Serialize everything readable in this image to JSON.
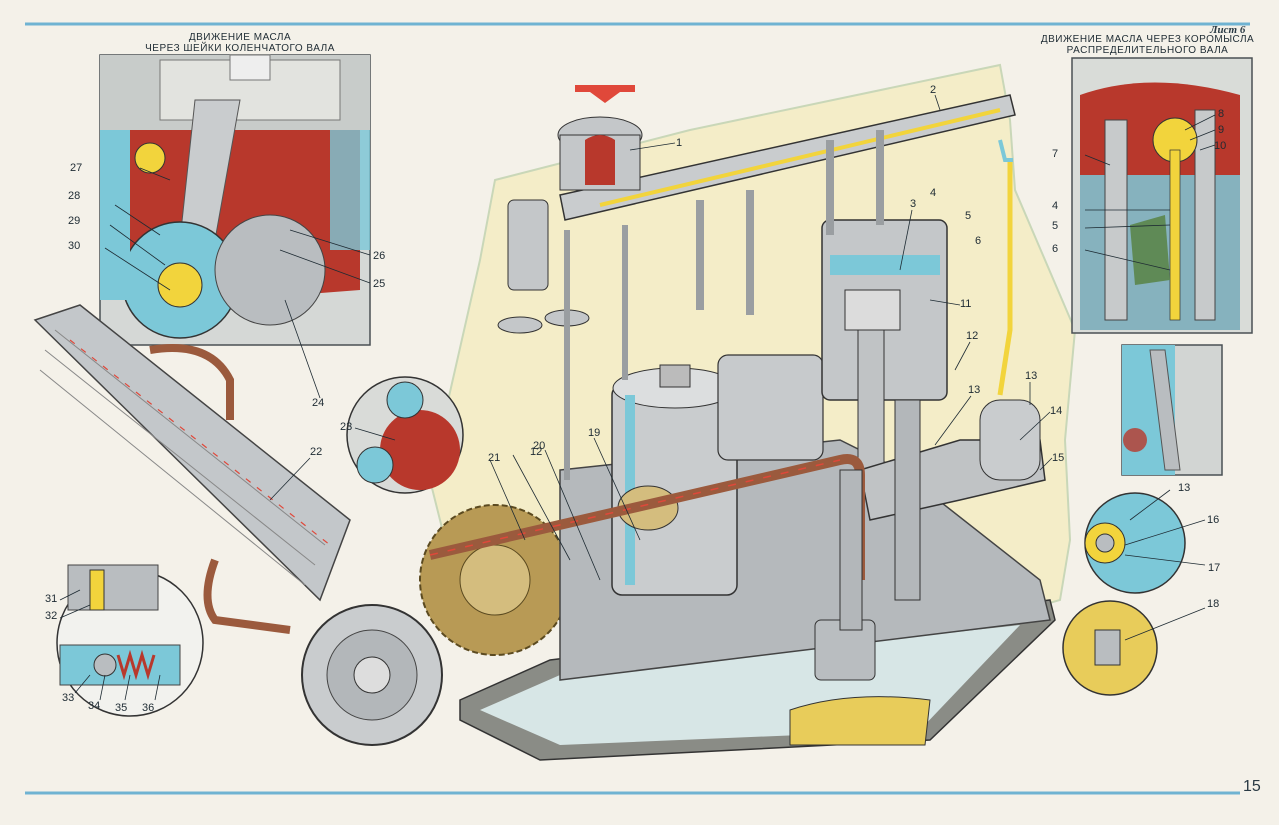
{
  "sheet_label": "Лист 6",
  "page_number": "15",
  "inset_left_title_line1": "ДВИЖЕНИЕ МАСЛА",
  "inset_left_title_line2": "ЧЕРЕЗ ШЕЙКИ КОЛЕНЧАТОГО ВАЛА",
  "inset_right_title_line1": "ДВИЖЕНИЕ МАСЛА ЧЕРЕЗ КОРОМЫСЛА",
  "inset_right_title_line2": "РАСПРЕДЕЛИТЕЛЬНОГО ВАЛА",
  "colors": {
    "oil": "#f2d43c",
    "coolant_channel": "#7cc8d8",
    "block_red": "#b8382c",
    "metal": "#b9bdc0",
    "metal_dark": "#7f868b",
    "gear": "#b89a55",
    "rule_blue": "#6fb3d2",
    "arrow_red": "#e0483a"
  },
  "callouts": {
    "c1": "1",
    "c2": "2",
    "c3": "3",
    "c4": "4",
    "c5": "5",
    "c6": "6",
    "c11": "11",
    "c12a": "12",
    "c12b": "12",
    "c13a": "13",
    "c13b": "13",
    "c13c": "13",
    "c14": "14",
    "c15": "15",
    "c16": "16",
    "c17": "17",
    "c18": "18",
    "c19": "19",
    "c20": "20",
    "c21": "21",
    "c22": "22",
    "c23": "23",
    "c24": "24",
    "c25": "25",
    "c26": "26",
    "c27": "27",
    "c28": "28",
    "c29": "29",
    "c30": "30",
    "c31": "31",
    "c32": "32",
    "c33": "33",
    "c34": "34",
    "c35": "35",
    "c36": "36",
    "r4": "4",
    "r5": "5",
    "r6": "6",
    "r7": "7",
    "r8": "8",
    "r9": "9",
    "r10": "10"
  }
}
